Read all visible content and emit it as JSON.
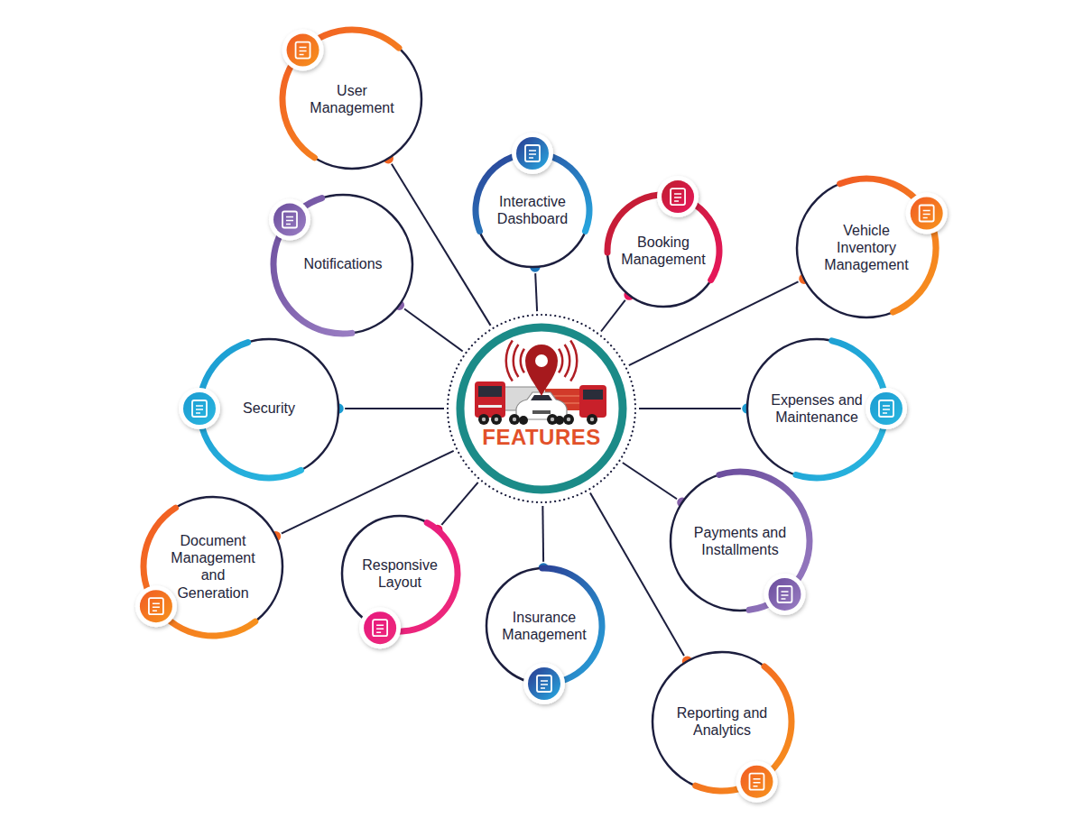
{
  "diagram": {
    "nodes": [
      {
        "text": [
          "FEATURES"
        ]
      },
      {
        "text": [
          "User Management"
        ]
      },
      {
        "text": [
          "Interactive Dashboard"
        ]
      },
      {
        "text": [
          "Notifications"
        ]
      },
      {
        "text": [
          "Booking Management"
        ]
      },
      {
        "text": [
          "Vehicle Inventory Management"
        ]
      },
      {
        "text": [
          "Security"
        ]
      },
      {
        "text": [
          "Expenses and Maintenance"
        ]
      },
      {
        "text": [
          "Document Management and Generation"
        ]
      },
      {
        "text": [
          "Responsive Layout"
        ]
      },
      {
        "text": [
          "Payments and Installments"
        ]
      },
      {
        "text": [
          "Insurance Management"
        ]
      },
      {
        "text": [
          "Reporting and Analytics"
        ]
      }
    ],
    "edges": [
      {
        "from": 0,
        "to": 1,
        "arrow": "none"
      },
      {
        "from": 0,
        "to": 2,
        "arrow": "none"
      },
      {
        "from": 0,
        "to": 3,
        "arrow": "none"
      },
      {
        "from": 0,
        "to": 4,
        "arrow": "none"
      },
      {
        "from": 0,
        "to": 5,
        "arrow": "none"
      },
      {
        "from": 0,
        "to": 6,
        "arrow": "none"
      },
      {
        "from": 0,
        "to": 7,
        "arrow": "none"
      },
      {
        "from": 0,
        "to": 8,
        "arrow": "none"
      },
      {
        "from": 0,
        "to": 9,
        "arrow": "none"
      },
      {
        "from": 0,
        "to": 10,
        "arrow": "none"
      },
      {
        "from": 0,
        "to": 11,
        "arrow": "none"
      },
      {
        "from": 0,
        "to": 12,
        "arrow": "none"
      }
    ]
  }
}
